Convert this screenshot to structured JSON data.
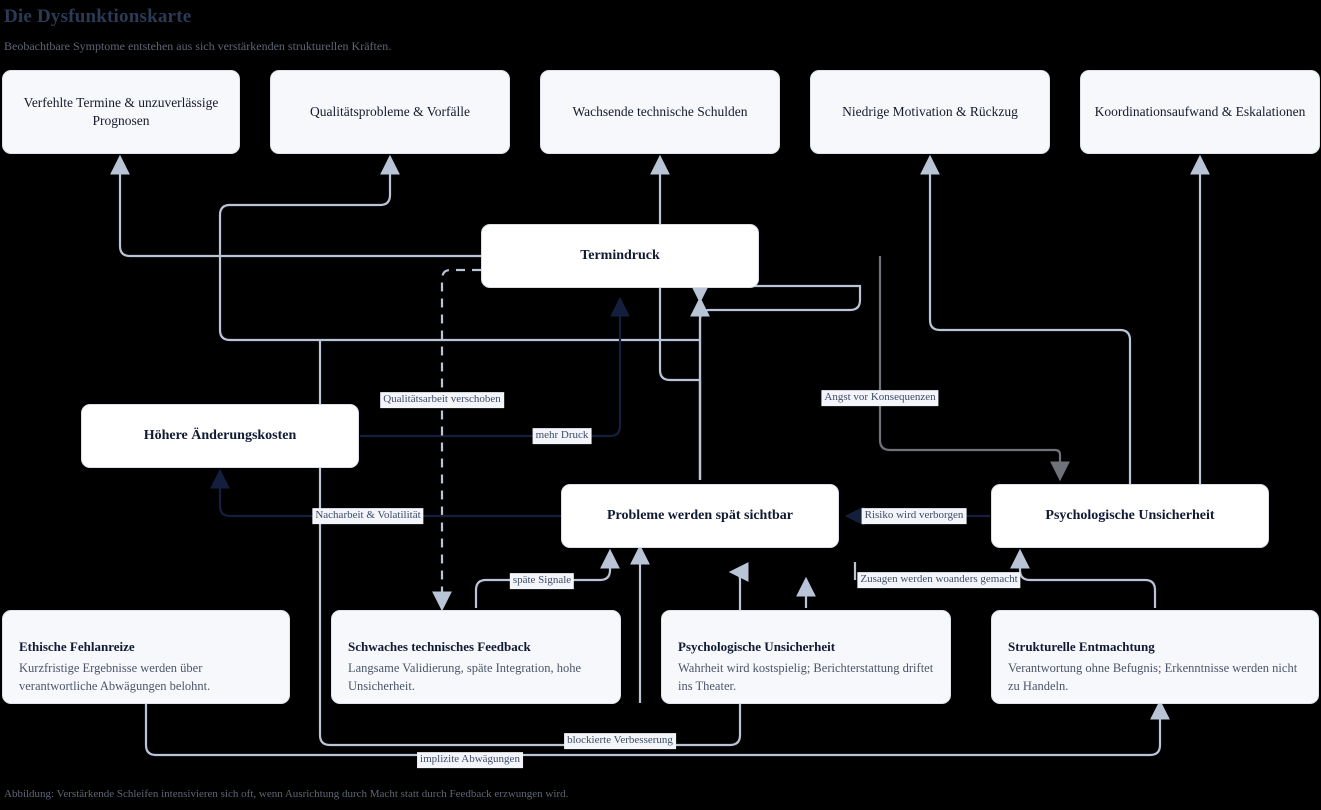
{
  "header": {
    "title": "Die Dysfunktionskarte",
    "subtitle": "Beobachtbare Symptome entstehen aus sich verstärkenden strukturellen Kräften."
  },
  "caption": "Abbildung: Verstärkende Schleifen intensivieren sich oft, wenn Ausrichtung durch Macht statt durch Feedback erzwungen wird.",
  "symptoms": [
    {
      "label": "Verfehlte Termine & unzuverlässige Prognosen"
    },
    {
      "label": "Qualitätsprobleme & Vorfälle"
    },
    {
      "label": "Wachsende technische Schulden"
    },
    {
      "label": "Niedrige Motivation & Rückzug"
    },
    {
      "label": "Koordinationsaufwand & Eskalationen"
    }
  ],
  "mechanisms": [
    {
      "label": "Termindruck"
    },
    {
      "label": "Höhere Änderungskosten"
    },
    {
      "label": "Probleme werden spät sichtbar"
    },
    {
      "label": "Psychologische Unsicherheit"
    }
  ],
  "roots": [
    {
      "title": "Ethische Fehlanreize",
      "desc": "Kurzfristige Ergebnisse werden über verantwortliche Abwägungen belohnt."
    },
    {
      "title": "Schwaches technisches Feedback",
      "desc": "Langsame Validierung, späte Integration, hohe Unsicherheit."
    },
    {
      "title": "Psychologische Unsicherheit",
      "desc": "Wahrheit wird kostspielig; Berichterstattung driftet ins Theater."
    },
    {
      "title": "Strukturelle Entmachtung",
      "desc": "Verantwortung ohne Befugnis; Erkenntnisse werden nicht zu Handeln."
    }
  ],
  "edge_labels": [
    {
      "text": "Qualitätsarbeit verschoben"
    },
    {
      "text": "mehr Druck"
    },
    {
      "text": "Angst vor Konsequenzen"
    },
    {
      "text": "Nacharbeit & Volatilität"
    },
    {
      "text": "Risiko wird verborgen"
    },
    {
      "text": "späte Signale"
    },
    {
      "text": "Zusagen werden woanders gemacht"
    },
    {
      "text": "blockierte Verbesserung"
    },
    {
      "text": "implizite Abwägungen"
    }
  ],
  "colors": {
    "accent": "#2b3a55",
    "edge_light": "#b9c4d6",
    "edge_dark": "#141f3d",
    "edge_gray": "#6f7278",
    "node_fill": "#f7f8fc",
    "mid_fill": "#ffffff"
  }
}
